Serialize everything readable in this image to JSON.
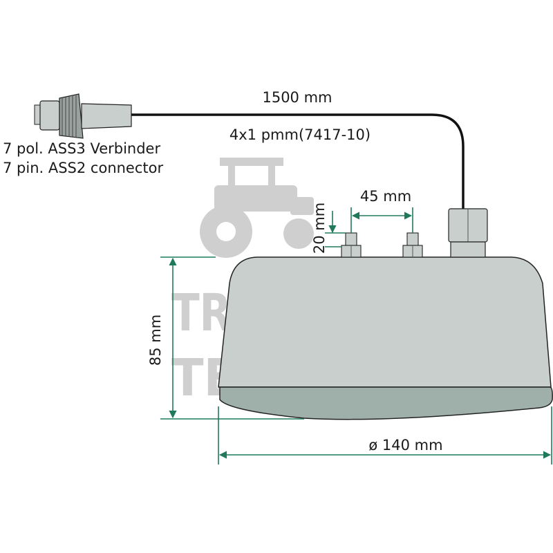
{
  "colors": {
    "dimension_line": "#1f7a5c",
    "housing_fill": "#c8cfcc",
    "lens_fill": "#9fb0aa",
    "outline": "#222222",
    "watermark": "#cfcfcf",
    "cable": "#111111"
  },
  "cable_length_label": "1500 mm",
  "cable_spec_label": "4x1 pmm(7417-10)",
  "connector_label_de": "7 pol. ASS3 Verbinder",
  "connector_label_en": "7 pin. ASS2 connector",
  "stud_spacing_label": "45 mm",
  "stud_height_label": "20 mm",
  "height_label": "85 mm",
  "diameter_label": "ø 140 mm",
  "watermark": {
    "icon": "tractor-icon",
    "line1": "TRECKER",
    "line2": "TEILE24"
  }
}
